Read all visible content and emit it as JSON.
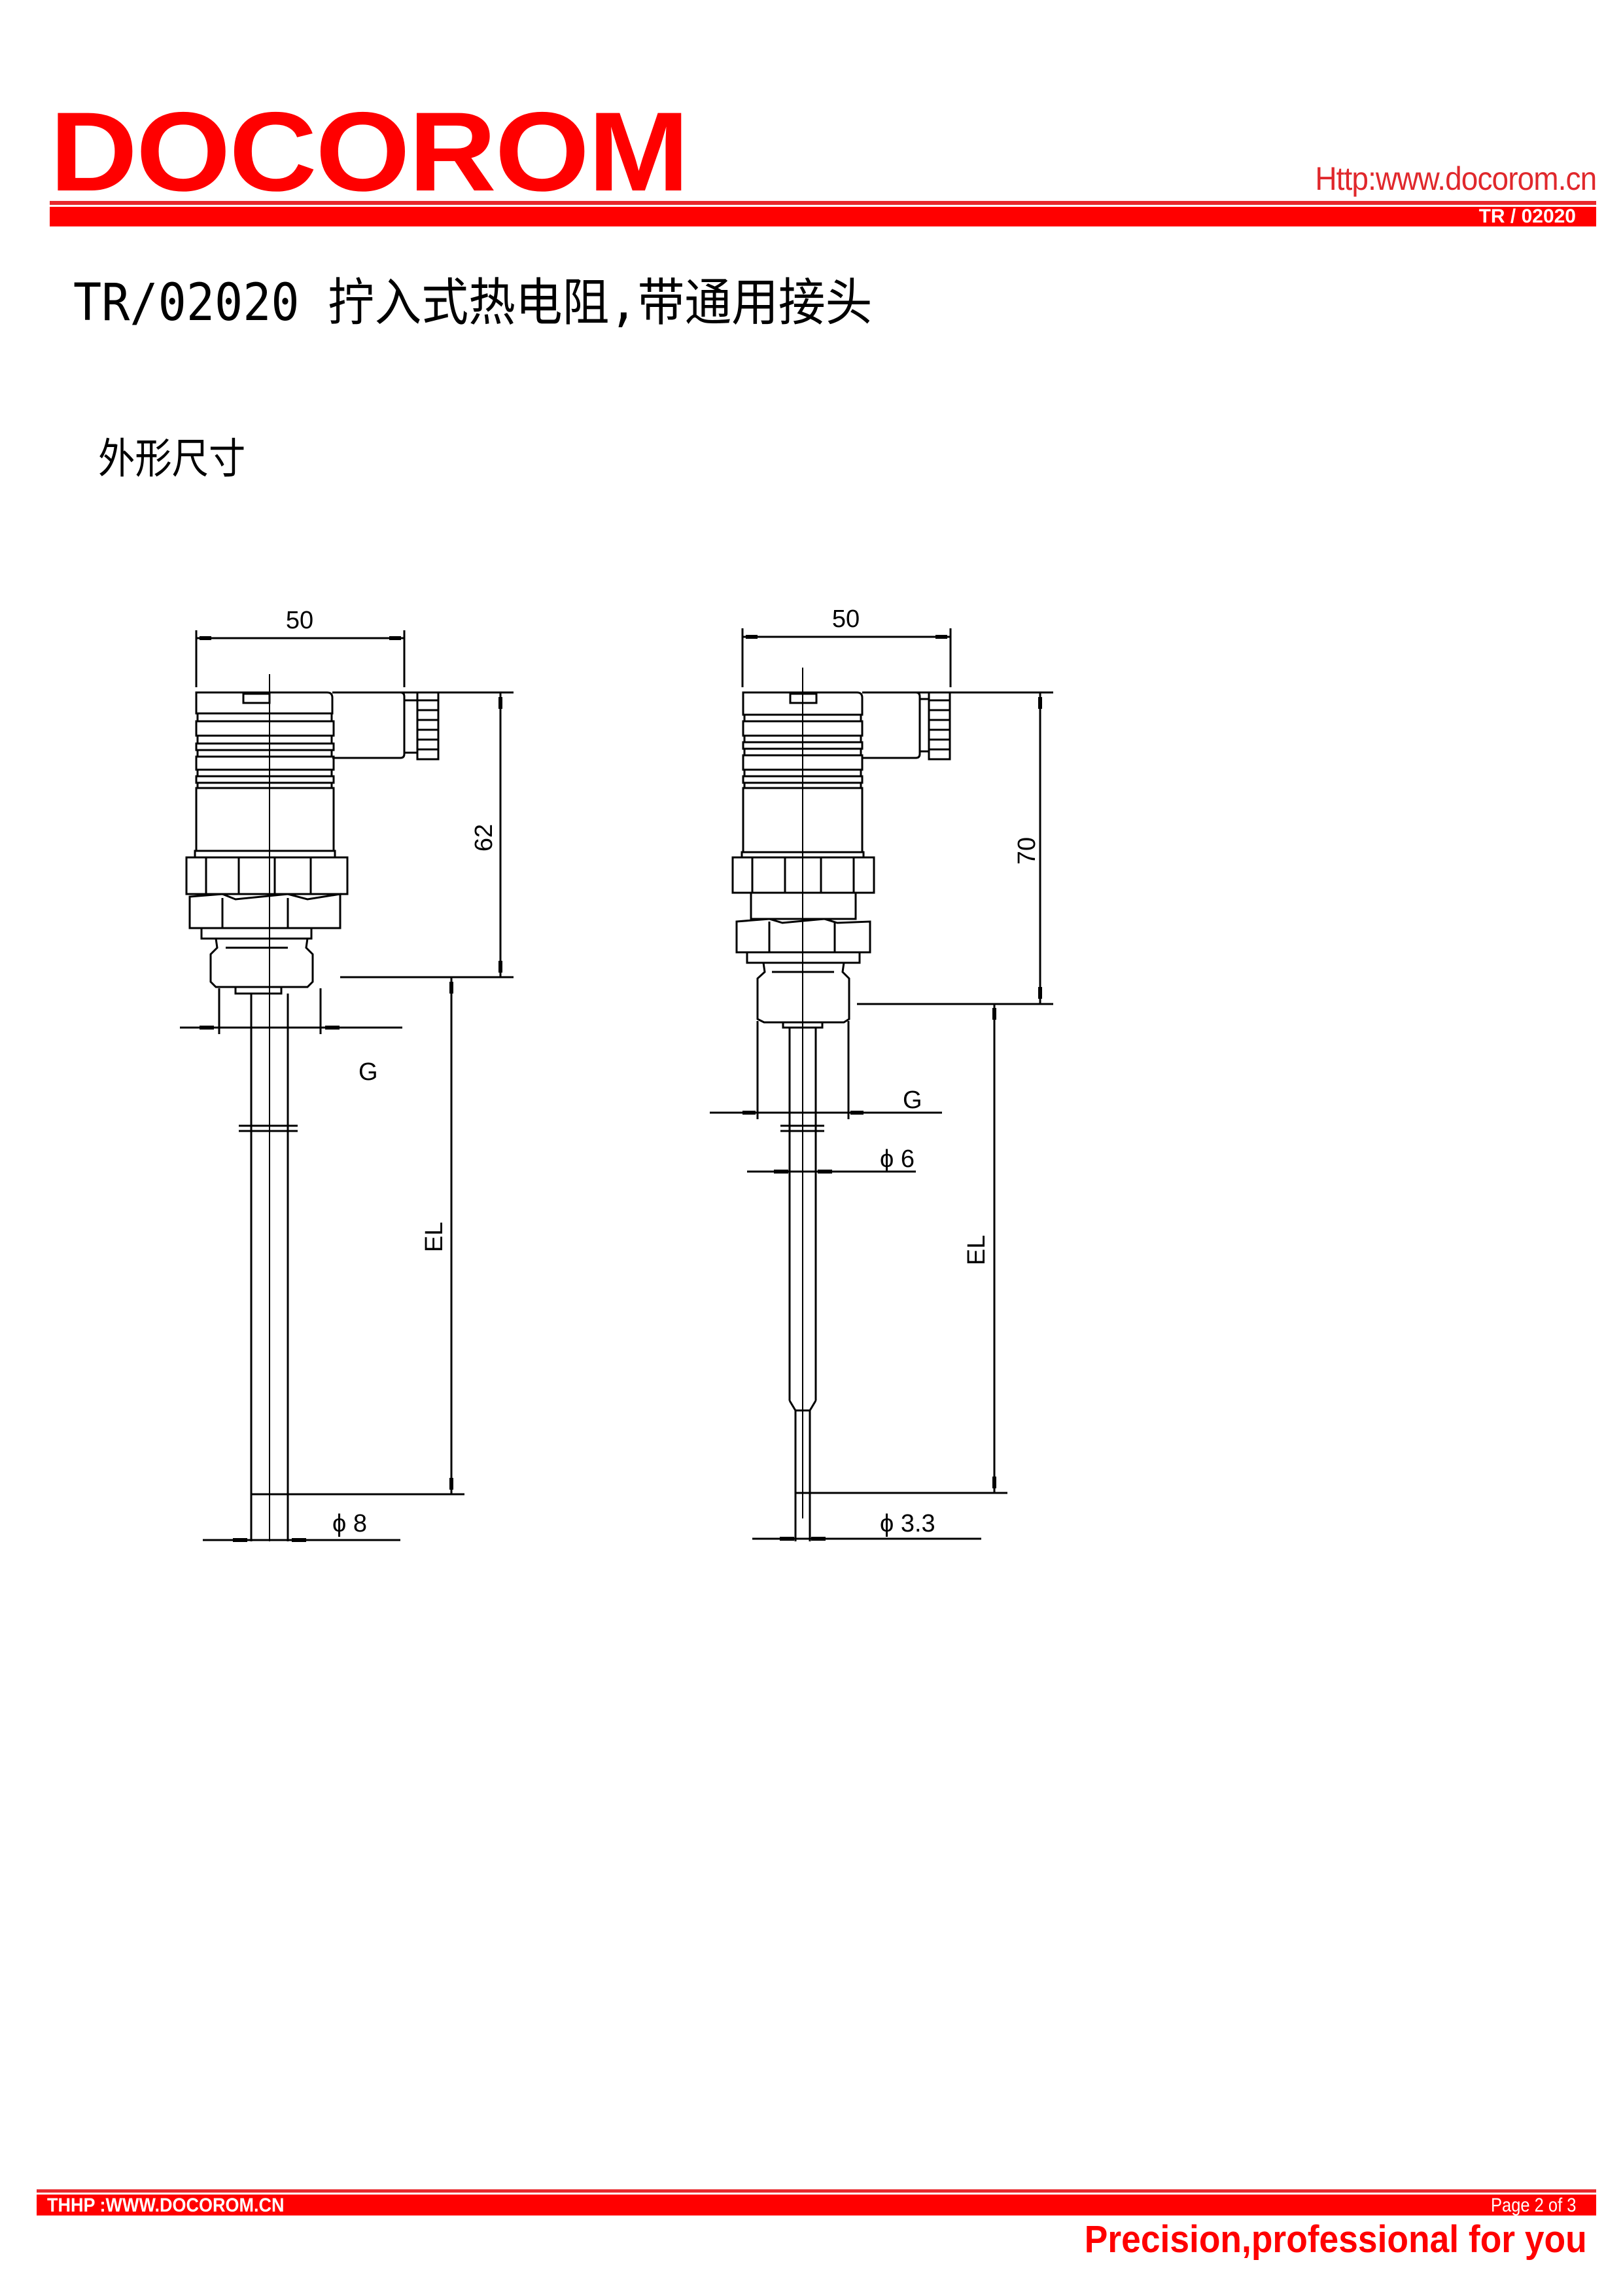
{
  "header": {
    "logo_text": "DOCOROM",
    "url": "Http:www.docorom.cn",
    "doc_code": "TR / 02020",
    "brand_color": "#ff0000"
  },
  "document": {
    "title": "TR/02020 拧入式热电阻,带通用接头",
    "section": "外形尺寸"
  },
  "drawings": [
    {
      "name": "variant-1",
      "width_dim": "50",
      "height_dim": "62",
      "thread_label": "G",
      "length_label": "EL",
      "tip_diameter": "ϕ 8"
    },
    {
      "name": "variant-2",
      "width_dim": "50",
      "height_dim": "70",
      "thread_label": "G",
      "length_label": "EL",
      "shaft_diameter": "ϕ 6",
      "tip_diameter": "ϕ 3.3"
    }
  ],
  "footer": {
    "website": "THHP :WWW.DOCOROM.CN",
    "page": "Page 2 of 3",
    "tagline": "Precision,professional for you"
  }
}
